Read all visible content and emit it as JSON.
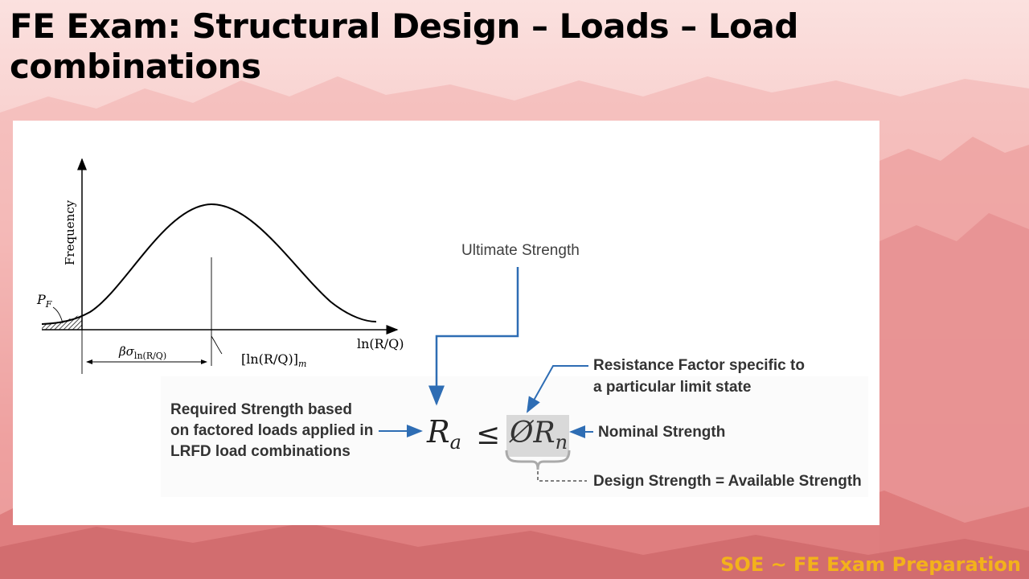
{
  "slide": {
    "title": "FE Exam: Structural Design – Loads – Load combinations",
    "footer": "SOE ~ FE Exam Preparation"
  },
  "reliability_plot": {
    "y_axis_label": "Frequency",
    "x_axis_label": "ln(R/Q)",
    "failure_label": "P",
    "failure_subscript": "F",
    "beta_label": "βσ",
    "beta_subscript": "ln(R/Q)",
    "mean_label": "[ln(R/Q)]",
    "mean_subscript": "m"
  },
  "equation": {
    "ultimate_strength_label": "Ultimate Strength",
    "ra_symbol": "R",
    "ra_subscript": "a",
    "leq_symbol": "≤",
    "phi_symbol": "Ø",
    "rn_symbol": "R",
    "rn_subscript": "n",
    "required_strength_line1": "Required Strength based",
    "required_strength_line2": "on factored loads applied in",
    "required_strength_line3": "LRFD load combinations",
    "resistance_factor_line1": "Resistance Factor specific to",
    "resistance_factor_line2": "a particular limit state",
    "nominal_strength_label": "Nominal Strength",
    "design_strength_label": "Design Strength = Available Strength"
  },
  "colors": {
    "arrow_blue": "#2e6db4",
    "footer_gold": "#f3b21b",
    "highlight_gray": "#d9d9d9"
  }
}
